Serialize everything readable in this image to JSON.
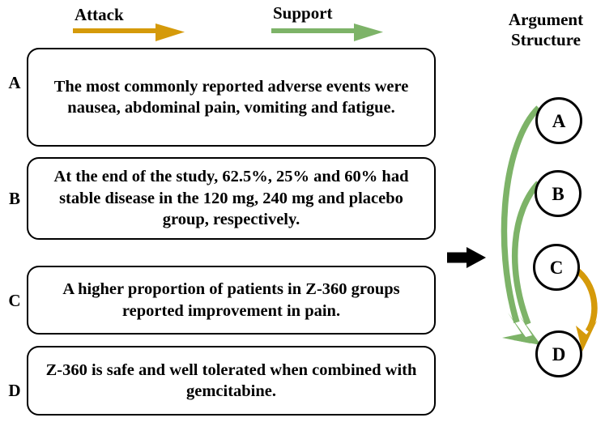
{
  "legend": {
    "items": [
      {
        "label": "Attack",
        "color": "#D59A0A",
        "icon": "right-arrow-icon"
      },
      {
        "label": "Support",
        "color": "#7DB368",
        "icon": "right-arrow-icon"
      }
    ]
  },
  "statements": [
    {
      "id": "A",
      "label": "A",
      "text": "The most commonly reported adverse events were nausea, abdominal pain, vomiting and fatigue."
    },
    {
      "id": "B",
      "label": "B",
      "text": "At the end of the study, 62.5%, 25% and 60% had stable disease in the 120 mg, 240 mg and placebo group, respectively."
    },
    {
      "id": "C",
      "label": "C",
      "text": "A higher proportion of patients in Z-360 groups reported improvement in pain."
    },
    {
      "id": "D",
      "label": "D",
      "text": "Z-360 is safe and well tolerated when combined with gemcitabine."
    }
  ],
  "transition": {
    "icon": "black-right-arrow-icon"
  },
  "diagram": {
    "title_line1": "Argument",
    "title_line2": "Structure",
    "nodes": [
      {
        "id": "A",
        "label": "A"
      },
      {
        "id": "B",
        "label": "B"
      },
      {
        "id": "C",
        "label": "C"
      },
      {
        "id": "D",
        "label": "D"
      }
    ],
    "edges": [
      {
        "from": "A",
        "to": "D",
        "relation": "Support",
        "color": "#7DB368"
      },
      {
        "from": "B",
        "to": "D",
        "relation": "Support",
        "color": "#7DB368"
      },
      {
        "from": "C",
        "to": "D",
        "relation": "Attack",
        "color": "#D59A0A"
      }
    ]
  },
  "colors": {
    "attack": "#D59A0A",
    "support": "#7DB368",
    "outline": "#000000",
    "background": "#FFFFFF"
  }
}
